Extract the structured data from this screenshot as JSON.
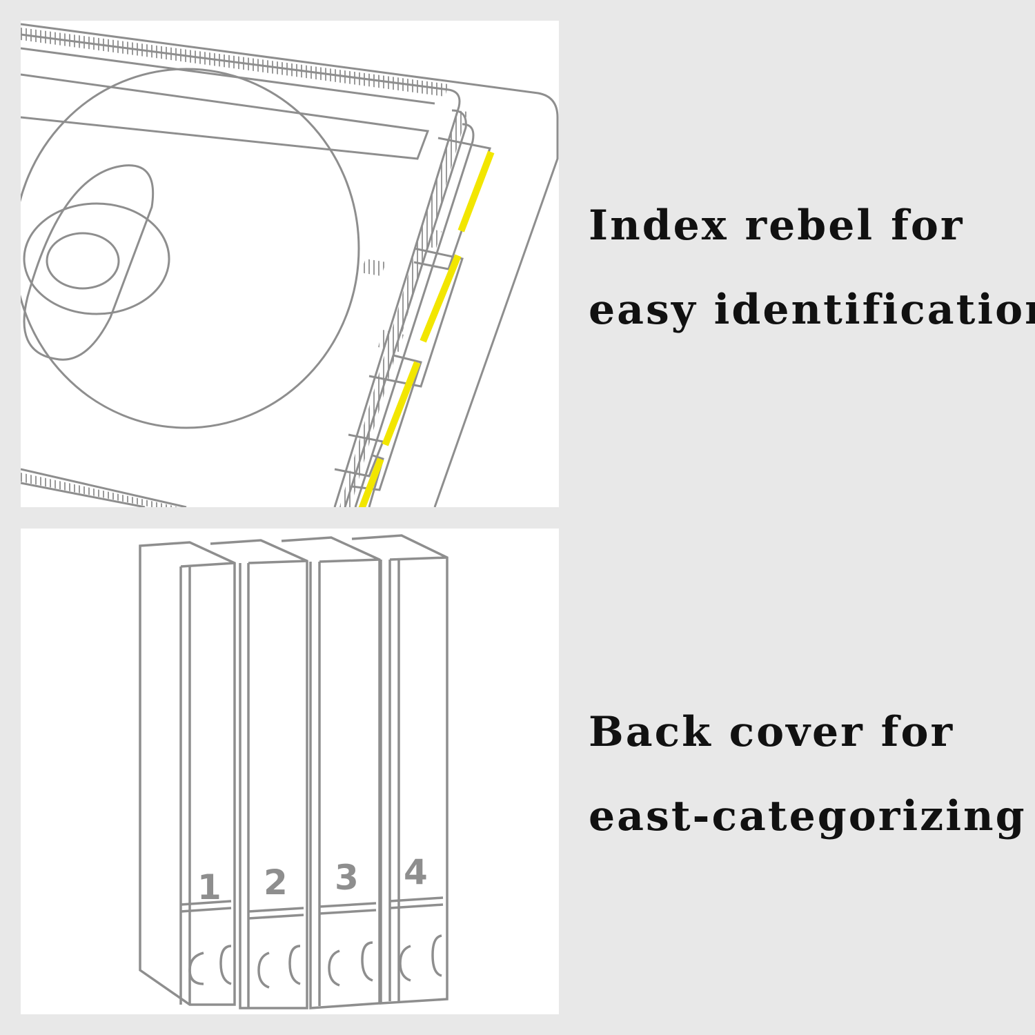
{
  "top_caption": {
    "line1": "Index rebel for",
    "line2": "easy identification"
  },
  "bottom_caption": {
    "line1": "Back cover for",
    "line2": "east-categorizing"
  },
  "binders": [
    {
      "number": "1"
    },
    {
      "number": "2"
    },
    {
      "number": "3"
    },
    {
      "number": "4"
    }
  ],
  "colors": {
    "background": "#e8e8e8",
    "panel": "#ffffff",
    "line": "#8e8e8e",
    "tab_accent": "#f2e600"
  },
  "icons": {
    "top_illustration": "cd-album-index-tabs-illustration",
    "bottom_illustration": "numbered-binders-illustration"
  }
}
